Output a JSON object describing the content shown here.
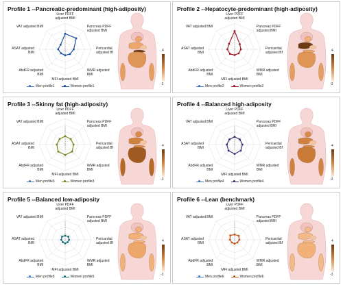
{
  "axes": [
    {
      "label": [
        "Liver PDFF",
        "adjusted BMI"
      ],
      "anchor": "middle"
    },
    {
      "label": [
        "Pancreas PDFF",
        "adjusted BMI"
      ],
      "anchor": "start"
    },
    {
      "label": [
        "Pericardial fat",
        "adjusted BMI"
      ],
      "anchor": "start"
    },
    {
      "label": [
        "WMR adjusted",
        "BMI"
      ],
      "anchor": "start"
    },
    {
      "label": [
        "MFI adjusted BMI"
      ],
      "anchor": "middle"
    },
    {
      "label": [
        "AbdFR adjusted",
        "BMI"
      ],
      "anchor": "end"
    },
    {
      "label": [
        "ASAT adjusted",
        "BMI"
      ],
      "anchor": "end"
    },
    {
      "label": [
        "VAT adjusted BMI"
      ],
      "anchor": "end"
    }
  ],
  "colorbar": {
    "max": "4",
    "min": "-3"
  },
  "panels": [
    {
      "title": "Profile 1 --Pancreatic-predominant (high-adiposity)",
      "color": "#1f4fa0",
      "legend_men": "Men profile1",
      "legend_women": "Women profile1",
      "values": [
        0.6,
        0.6,
        0.33,
        0.26,
        0.23,
        0.22,
        0.27,
        0.25
      ],
      "highlight": {
        "liver": 0.35,
        "pancreas": 1.0,
        "heart": 0.35,
        "visceral": 0.45,
        "muscle": 0.4
      }
    },
    {
      "title": "Profile 2 --Hepatocyte-predominant (high-adiposity)",
      "color": "#9c1c2a",
      "legend_men": "Men profile2",
      "legend_women": "Women profile2",
      "values": [
        0.7,
        0.28,
        0.24,
        0.22,
        0.22,
        0.25,
        0.28,
        0.3
      ],
      "highlight": {
        "liver": 1.0,
        "pancreas": 0.35,
        "heart": 0.3,
        "visceral": 0.45,
        "muscle": 0.4
      }
    },
    {
      "title": "Profile 3 --Skinny fat (high-adiposity)",
      "color": "#6e8a1e",
      "legend_men": "Men profile3",
      "legend_women": "Women profile3",
      "values": [
        0.32,
        0.3,
        0.32,
        0.38,
        0.4,
        0.38,
        0.32,
        0.3
      ],
      "highlight": {
        "liver": 0.55,
        "pancreas": 0.5,
        "heart": 0.5,
        "visceral": 0.8,
        "muscle": 0.7
      }
    },
    {
      "title": "Profile 4 --Balanced high-adiposity",
      "color": "#3a2a6e",
      "legend_men": "Men profile4",
      "legend_women": "Women profile4",
      "values": [
        0.3,
        0.28,
        0.3,
        0.33,
        0.36,
        0.33,
        0.3,
        0.28
      ],
      "highlight": {
        "liver": 0.55,
        "pancreas": 0.5,
        "heart": 0.5,
        "visceral": 0.6,
        "muscle": 0.55
      }
    },
    {
      "title": "Profile 5 --Balanced low-adiposity",
      "color": "#1c6e78",
      "legend_men": "Men profile5",
      "legend_women": "Women profile5",
      "values": [
        0.16,
        0.17,
        0.15,
        0.13,
        0.14,
        0.13,
        0.15,
        0.17
      ],
      "highlight": {
        "liver": 0.3,
        "pancreas": 0.3,
        "heart": 0.3,
        "visceral": 0.35,
        "muscle": 0.3
      }
    },
    {
      "title": "Profile 6 --Lean (benchmark)",
      "color": "#b8561c",
      "legend_men": "Men profile6",
      "legend_women": "Women profile6",
      "values": [
        0.2,
        0.22,
        0.18,
        0.15,
        0.15,
        0.15,
        0.18,
        0.24
      ],
      "highlight": {
        "liver": 0.25,
        "pancreas": 0.25,
        "heart": 0.25,
        "visceral": 0.3,
        "muscle": 0.25
      }
    }
  ]
}
